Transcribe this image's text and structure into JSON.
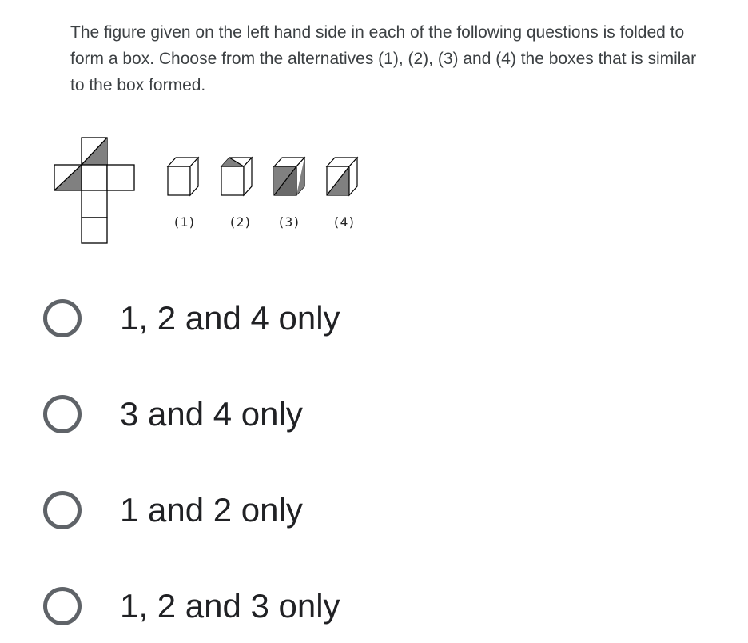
{
  "question": {
    "text": "The figure given on the left hand side in each of the following questions is folded to form a box. Choose from the alternatives (1), (2), (3) and (4) the boxes that is similar to the box formed."
  },
  "figure": {
    "box_labels": [
      "(1)",
      "(2)",
      "(3)",
      "(4)"
    ],
    "shade_color": "#808080"
  },
  "options": [
    {
      "label": "1, 2 and 4 only"
    },
    {
      "label": "3 and 4 only"
    },
    {
      "label": "1 and 2 only"
    },
    {
      "label": "1, 2 and 3 only"
    }
  ]
}
